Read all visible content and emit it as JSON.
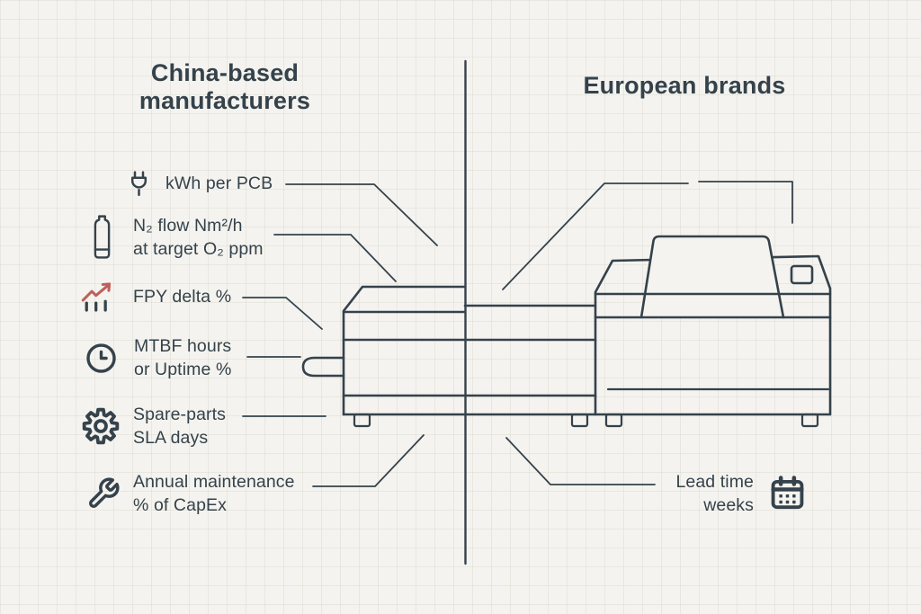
{
  "meta": {
    "bg": "#f4f3ef",
    "ink": "#35424b",
    "accent": "#bf5f5a"
  },
  "left": {
    "title": "China-based manufacturers",
    "items": [
      {
        "icon": "plug-icon",
        "lines": [
          "kWh per PCB",
          ""
        ]
      },
      {
        "icon": "gas-bottle-icon",
        "lines": [
          "N₂ flow Nm²/h",
          "at target O₂ ppm"
        ]
      },
      {
        "icon": "trend-chart-icon",
        "lines": [
          "FPY delta %",
          ""
        ]
      },
      {
        "icon": "clock-icon",
        "lines": [
          "MTBF hours",
          "or Uptime %"
        ]
      },
      {
        "icon": "gear-icon",
        "lines": [
          "Spare-parts",
          "SLA days"
        ]
      },
      {
        "icon": "wrench-icon",
        "lines": [
          "Annual maintenance",
          "% of CapEx"
        ]
      }
    ]
  },
  "right": {
    "title": "European brands",
    "items": [
      {
        "icon": "calendar-icon",
        "lines": [
          "Lead time",
          "weeks"
        ]
      }
    ]
  }
}
